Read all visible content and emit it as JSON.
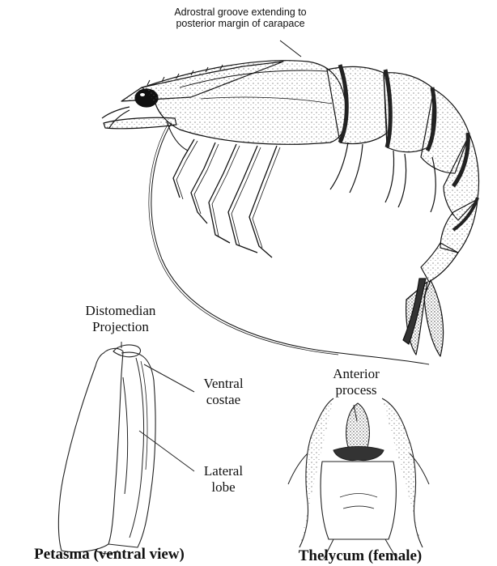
{
  "labels": {
    "adrostral_line1": "Adrostral groove extending to",
    "adrostral_line2": "posterior margin of carapace",
    "distomedian_line1": "Distomedian",
    "distomedian_line2": "Projection",
    "ventral_line1": "Ventral",
    "ventral_line2": "costae",
    "lateral_line1": "Lateral",
    "lateral_line2": "lobe",
    "anterior_line1": "Anterior",
    "anterior_line2": "process"
  },
  "captions": {
    "petasma": "Petasma (ventral view)",
    "thelycum": "Thelycum (female)"
  }
}
